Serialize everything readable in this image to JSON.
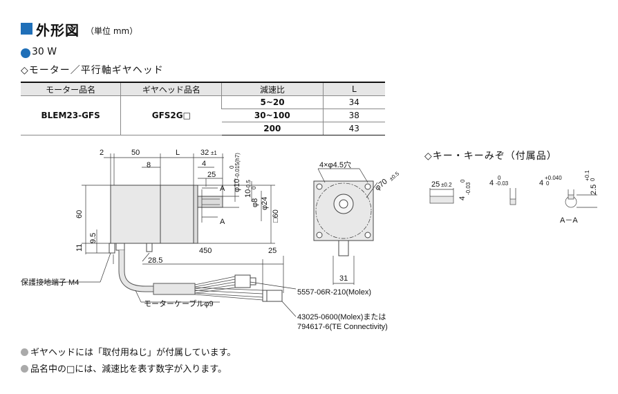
{
  "header": {
    "title": "外形図",
    "unit": "（単位 mm）",
    "power": "30 W",
    "subtitle": "◇モーター／平行軸ギヤヘッド"
  },
  "table": {
    "headers": [
      "モーター品名",
      "ギヤヘッド品名",
      "減速比",
      "L"
    ],
    "motor": "BLEM23-GFS",
    "gearhead": "GFS2G□",
    "rows": [
      {
        "ratio": "5~20",
        "L": "34"
      },
      {
        "ratio": "30~100",
        "L": "38"
      },
      {
        "ratio": "200",
        "L": "43"
      }
    ]
  },
  "drawing": {
    "top_dims": {
      "d2": "2",
      "d50": "50",
      "dL": "L",
      "d32": "32",
      "d32tol": "±1",
      "d8": "8",
      "d4": "4",
      "d25": "25"
    },
    "shaft_dia": "φ10",
    "shaft_tol": "-0.015(h7)",
    "shaft_tol0": "0",
    "d10": "10",
    "d10tol": "-0.5",
    "d10tol0": "0",
    "d8b": "φ8",
    "d24": "φ24",
    "sq60": "□60",
    "label_A": "A",
    "side_60": "60",
    "side_95": "9.5",
    "side_11": "11",
    "d285": "28.5",
    "d450": "450",
    "d25b": "25",
    "ground_label": "保護接地端子 M4",
    "cable_label": "モーターケーブルφ9",
    "connector1": "5557-06R-210(Molex)",
    "connector2a": "43025-0600(Molex)または",
    "connector2b": "794617-6(TE Connectivity)",
    "holes": "4×φ4.5穴",
    "pcd": "φ70",
    "pcd_tol": "±0.5",
    "d31": "31"
  },
  "key": {
    "title": "◇キー・キーみぞ（付属品）",
    "k25": "25",
    "k25tol": "±0.2",
    "k4": "4",
    "k4tol": "-0.03",
    "k4tol0": "0",
    "k4b": "4",
    "k4btol": "-0.03",
    "k4btol0": "0",
    "k4c": "4",
    "k4ctol": "+0.040",
    "k4ctol0": "0",
    "k25b": "2.5",
    "k25btol": "+0.1",
    "k25btol0": "0",
    "section": "A－A"
  },
  "notes": [
    "ギヤヘッドには「取付用ねじ」が付属しています。",
    "品名中の□には、減速比を表す数字が入ります。"
  ]
}
